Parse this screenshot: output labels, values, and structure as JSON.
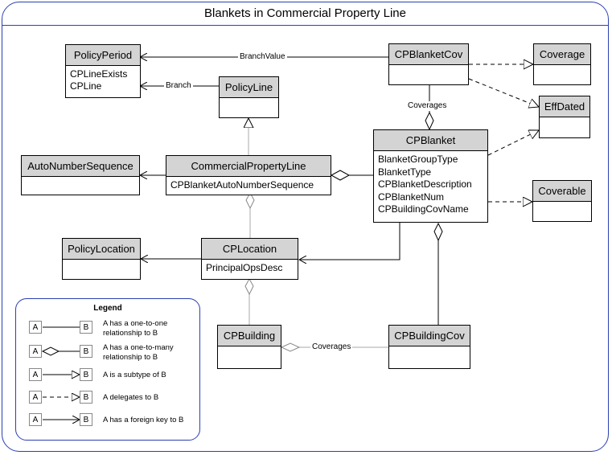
{
  "title": "Blankets in Commercial Property Line",
  "classes": {
    "policy_period": {
      "name": "PolicyPeriod",
      "fields": [
        "CPLineExists",
        "CPLine"
      ]
    },
    "policy_line": {
      "name": "PolicyLine"
    },
    "auto_number_sequence": {
      "name": "AutoNumberSequence"
    },
    "commercial_property_line": {
      "name": "CommercialPropertyLine",
      "fields": [
        "CPBlanketAutoNumberSequence"
      ]
    },
    "policy_location": {
      "name": "PolicyLocation"
    },
    "cp_location": {
      "name": "CPLocation",
      "fields": [
        "PrincipalOpsDesc"
      ]
    },
    "cp_building": {
      "name": "CPBuilding"
    },
    "cp_building_cov": {
      "name": "CPBuildingCov"
    },
    "cp_blanket_cov": {
      "name": "CPBlanketCov"
    },
    "cp_blanket": {
      "name": "CPBlanket",
      "fields": [
        "BlanketGroupType",
        "BlanketType",
        "CPBlanketDescription",
        "CPBlanketNum",
        "CPBuildingCovName"
      ]
    },
    "coverage": {
      "name": "Coverage"
    },
    "eff_dated": {
      "name": "EffDated"
    },
    "coverable": {
      "name": "Coverable"
    }
  },
  "edge_labels": {
    "branch_value": "BranchValue",
    "branch": "Branch",
    "coverages_blanket": "Coverages",
    "coverages_building": "Coverages"
  },
  "legend": {
    "title": "Legend",
    "box_a": "A",
    "box_b": "B",
    "items": [
      "A has a one-to-one relationship to B",
      "A has a one-to-many relationship to B",
      "A is a subtype of  B",
      "A delegates to B",
      "A has a foreign key to B"
    ]
  },
  "colors": {
    "frame": "#2c3fb0",
    "header_fill": "#d4d4d4",
    "connector_gray": "#999999"
  }
}
